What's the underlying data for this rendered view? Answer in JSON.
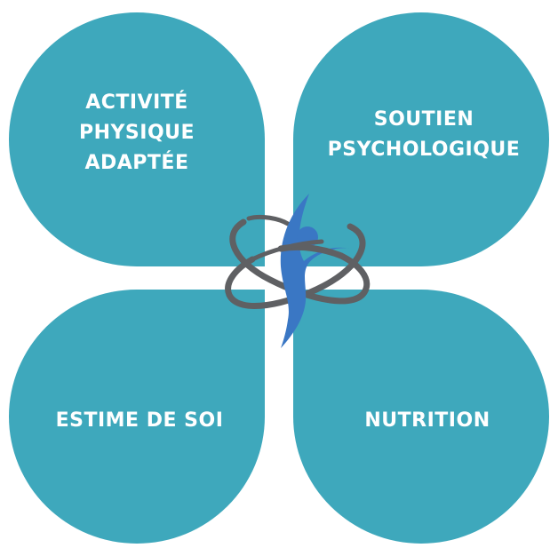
{
  "diagram": {
    "quadrants": {
      "top_left": {
        "label": "ACTIVITÉ\nPHYSIQUE\nADAPTÉE"
      },
      "top_right": {
        "label": "SOUTIEN\nPSYCHOLOGIQUE"
      },
      "bottom_left": {
        "label": "ESTIME DE SOI"
      },
      "bottom_right": {
        "label": "NUTRITION"
      }
    },
    "colors": {
      "petal": "#3ea8bc",
      "label": "#ffffff",
      "logo_figure": "#3a77c4",
      "logo_orbit": "#5f6063"
    },
    "center_logo": {
      "icon": "atom-figure-icon"
    }
  }
}
